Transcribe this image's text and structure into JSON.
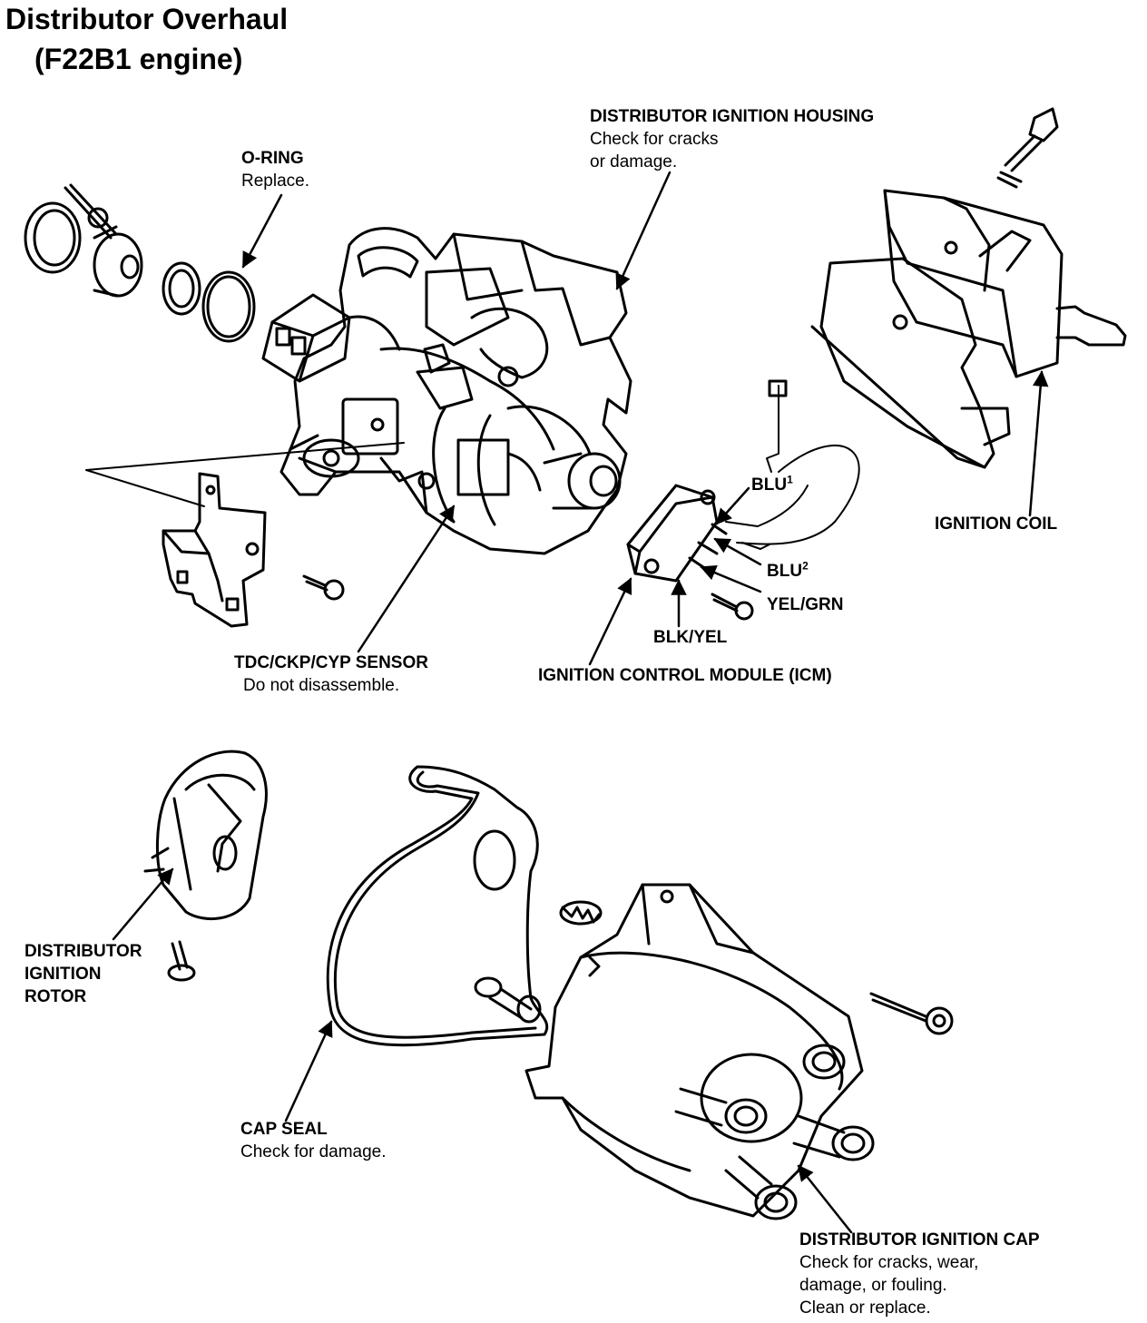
{
  "title": {
    "line1": "Distributor Overhaul",
    "line2": "(F22B1 engine)"
  },
  "labels": {
    "o_ring": {
      "name": "O-RING",
      "note": "Replace."
    },
    "housing": {
      "name": "DISTRIBUTOR IGNITION HOUSING",
      "note1": "Check for cracks",
      "note2": "or damage."
    },
    "coil": {
      "name": "IGNITION COIL"
    },
    "blu1": {
      "name": "BLU",
      "sup": "1"
    },
    "blu2": {
      "name": "BLU",
      "sup": "2"
    },
    "yel_grn": {
      "name": "YEL/GRN"
    },
    "blk_yel": {
      "name": "BLK/YEL"
    },
    "icm": {
      "name": "IGNITION CONTROL MODULE (ICM)"
    },
    "sensor": {
      "name": "TDC/CKP/CYP SENSOR",
      "note": "Do not disassemble."
    },
    "rotor": {
      "line1": "DISTRIBUTOR",
      "line2": "IGNITION",
      "line3": "ROTOR"
    },
    "cap_seal": {
      "name": "CAP SEAL",
      "note": "Check for damage."
    },
    "cap": {
      "name": "DISTRIBUTOR IGNITION CAP",
      "note1": "Check for cracks, wear,",
      "note2": "damage, or fouling.",
      "note3": "Clean or replace."
    }
  }
}
